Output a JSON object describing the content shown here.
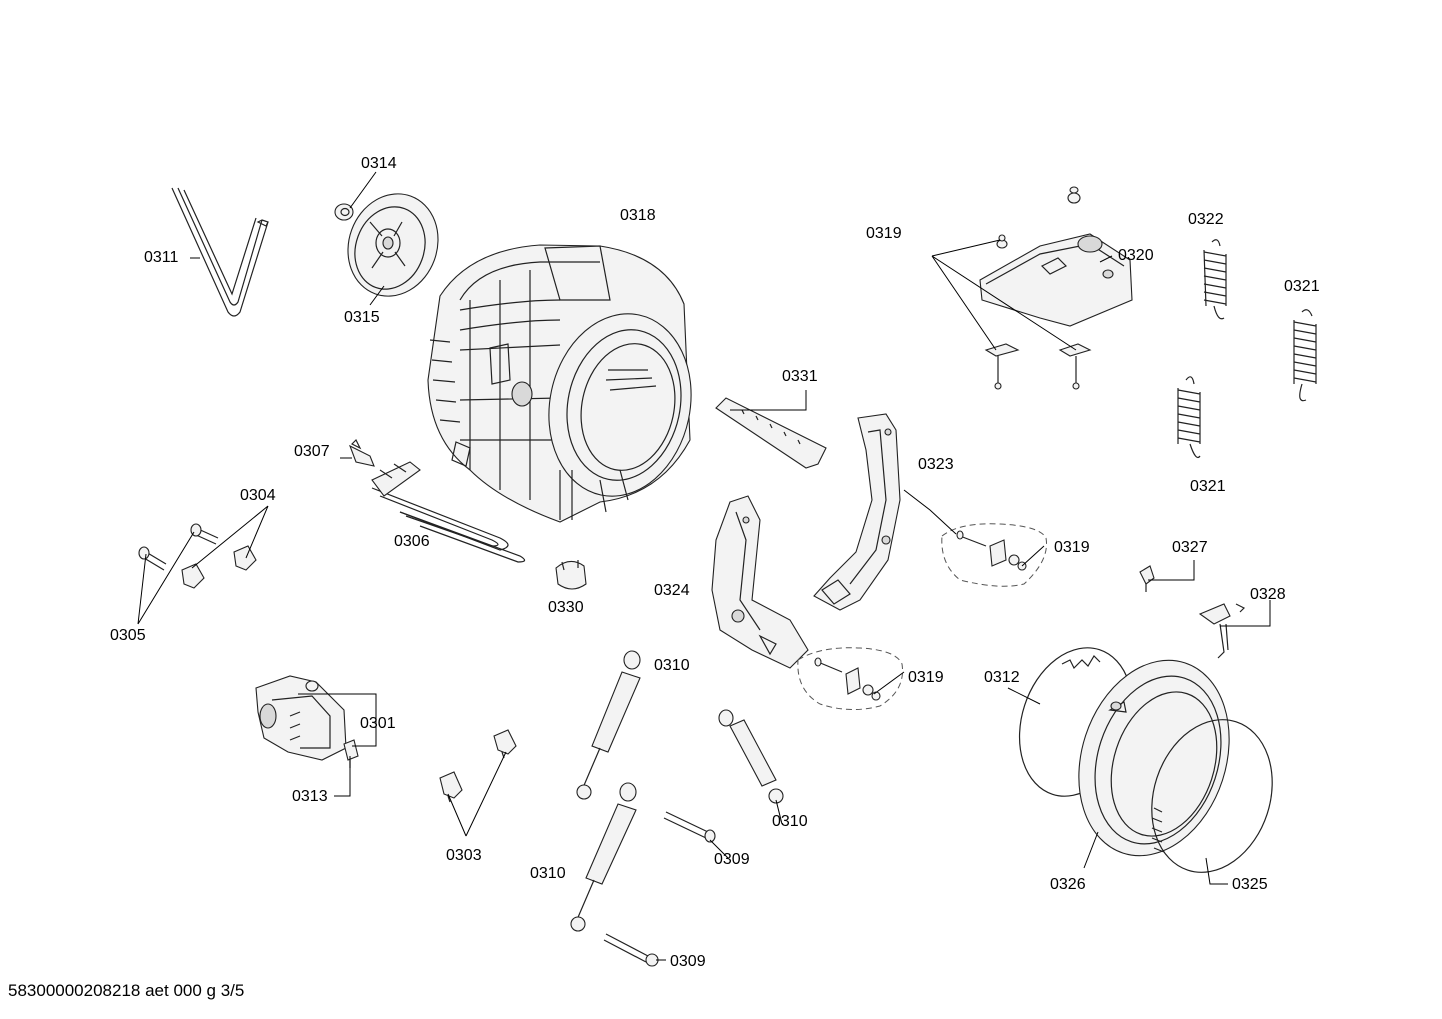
{
  "labels": {
    "p0301": "0301",
    "p0303": "0303",
    "p0304": "0304",
    "p0305": "0305",
    "p0306": "0306",
    "p0307": "0307",
    "p0309a": "0309",
    "p0309b": "0309",
    "p0310a": "0310",
    "p0310b": "0310",
    "p0310c": "0310",
    "p0311": "0311",
    "p0312": "0312",
    "p0313": "0313",
    "p0314": "0314",
    "p0315": "0315",
    "p0318": "0318",
    "p0319a": "0319",
    "p0319b": "0319",
    "p0319c": "0319",
    "p0320": "0320",
    "p0321a": "0321",
    "p0321b": "0321",
    "p0322": "0322",
    "p0323": "0323",
    "p0324": "0324",
    "p0325": "0325",
    "p0326": "0326",
    "p0327": "0327",
    "p0328": "0328",
    "p0330": "0330",
    "p0331": "0331"
  },
  "footer": "58300000208218 aet 000 g 3/5"
}
